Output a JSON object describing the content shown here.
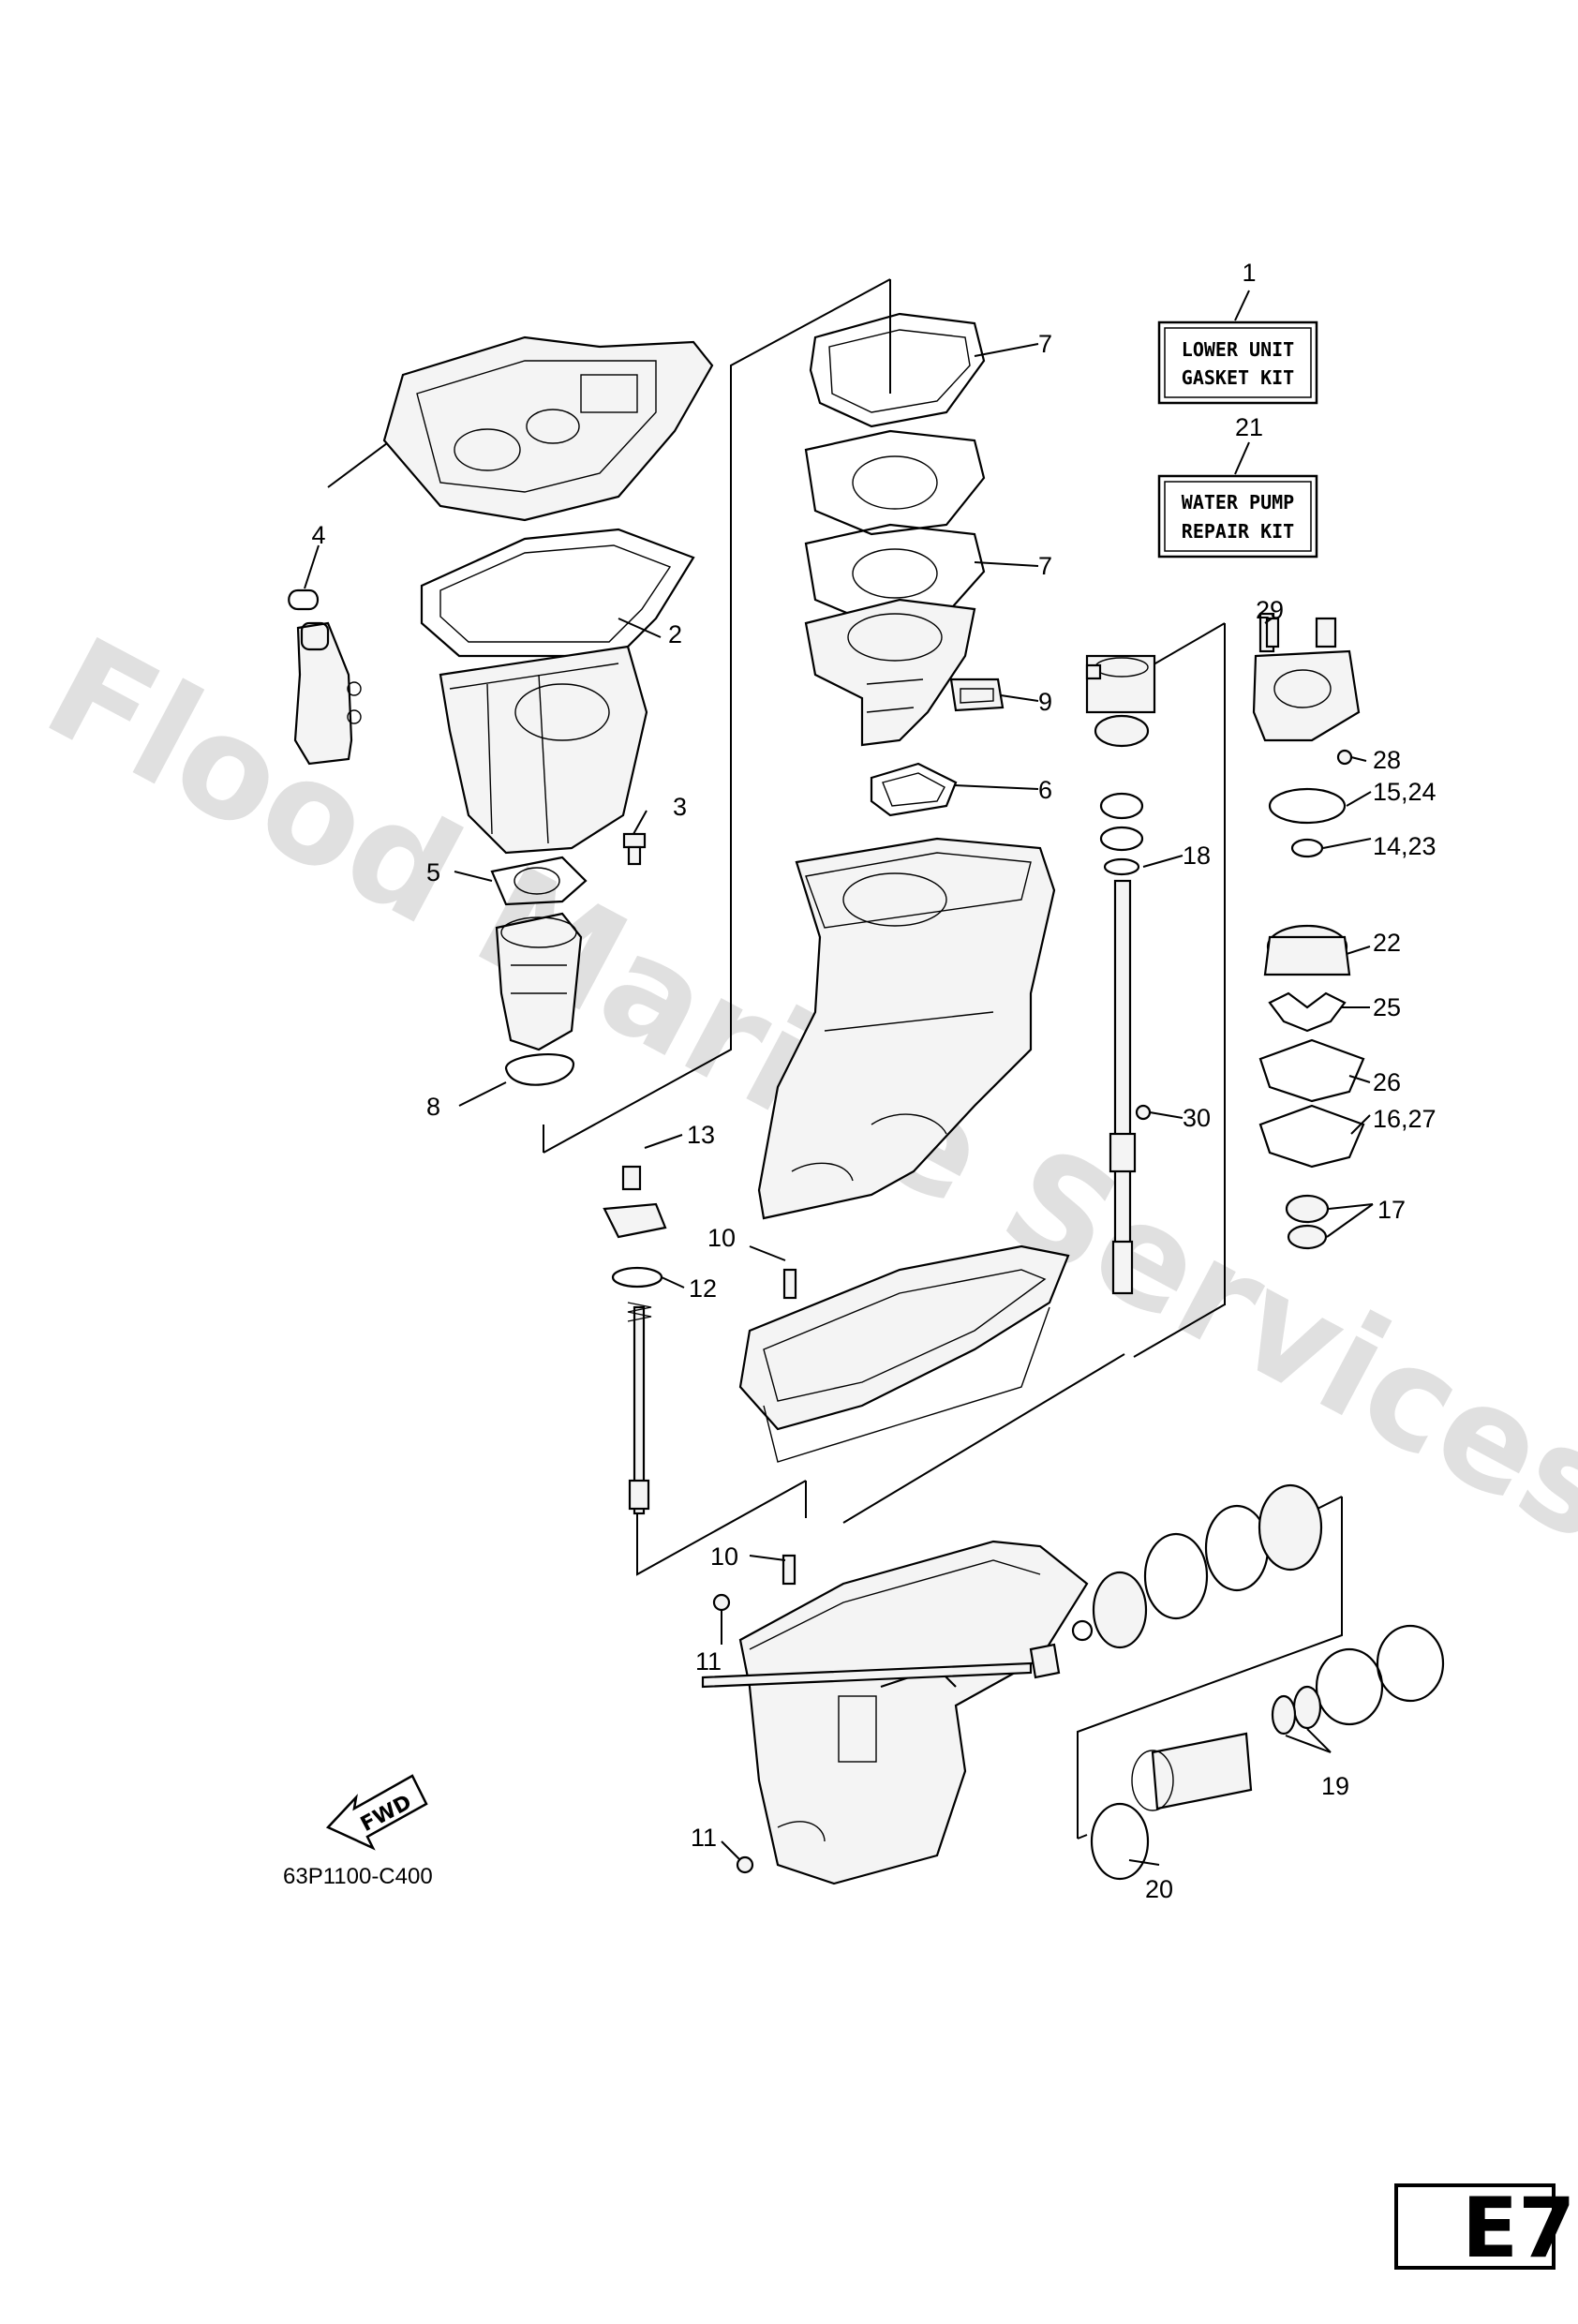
{
  "watermark": "Flood Marine Services",
  "kits": {
    "lower_unit_gasket": {
      "line1": "LOWER UNIT",
      "line2": "GASKET KIT"
    },
    "water_pump_repair": {
      "line1": "WATER PUMP",
      "line2": "REPAIR KIT"
    }
  },
  "callouts": {
    "c1": "1",
    "c2": "2",
    "c3": "3",
    "c4": "4",
    "c5": "5",
    "c6": "6",
    "c7a": "7",
    "c7b": "7",
    "c8": "8",
    "c9": "9",
    "c10a": "10",
    "c10b": "10",
    "c11a": "11",
    "c11b": "11",
    "c12": "12",
    "c13": "13",
    "c14": "14,23",
    "c15": "15,24",
    "c16": "16,27",
    "c17": "17",
    "c18": "18",
    "c19": "19",
    "c20": "20",
    "c21": "21",
    "c22": "22",
    "c25": "25",
    "c26": "26",
    "c28": "28",
    "c29": "29",
    "c30": "30"
  },
  "fwd_label": "FWD",
  "diagram_code": "63P1100-C400",
  "page_code": "E7"
}
